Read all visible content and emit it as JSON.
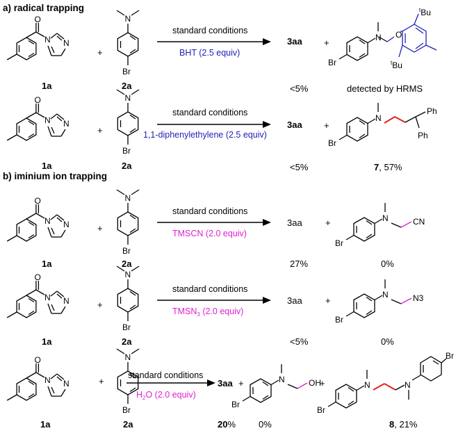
{
  "sections": {
    "a": "a) radical trapping",
    "b": "b) iminium ion trapping"
  },
  "compounds": {
    "c1a": "1a",
    "c2a": "2a",
    "c3aa": "3aa",
    "c7": "7",
    "c8": "8"
  },
  "atoms": {
    "O": "O",
    "N": "N",
    "Br": "Br",
    "Ph": "Ph",
    "CN": "CN",
    "N3": "N3",
    "OH": "OH",
    "tBu_sup": "t",
    "tBu_text": "Bu"
  },
  "conditions": {
    "standard": "standard conditions",
    "r1": "BHT (2.5 equiv)",
    "r2": "1,1-diphenylethylene (2.5 equiv)",
    "r3": "TMSCN (2.0 equiv)",
    "r4_pre": "TMSN",
    "r4_sub": "3",
    "r4_post": " (2.0 equiv)",
    "r5_pre": "H",
    "r5_sub": "2",
    "r5_post": "O (2.0 equiv)"
  },
  "results": {
    "r1_yield": "<5%",
    "r1_product": "detected by HRMS",
    "r2_yield": "<5%",
    "r2_product_yield": ", 57%",
    "r3_yield": "27%",
    "r3_product": "0%",
    "r4_yield": "<5%",
    "r4_product": "0%",
    "r5_yield_num": "20",
    "r5_yield_pct": "%",
    "r5_product_a": "0%",
    "r5_product_b_yield": ", 21%"
  },
  "operators": {
    "plus": "+"
  },
  "colors": {
    "blue": "#1f1fb4",
    "magenta": "#e020d0",
    "red": "#e02020",
    "black": "#000000"
  }
}
